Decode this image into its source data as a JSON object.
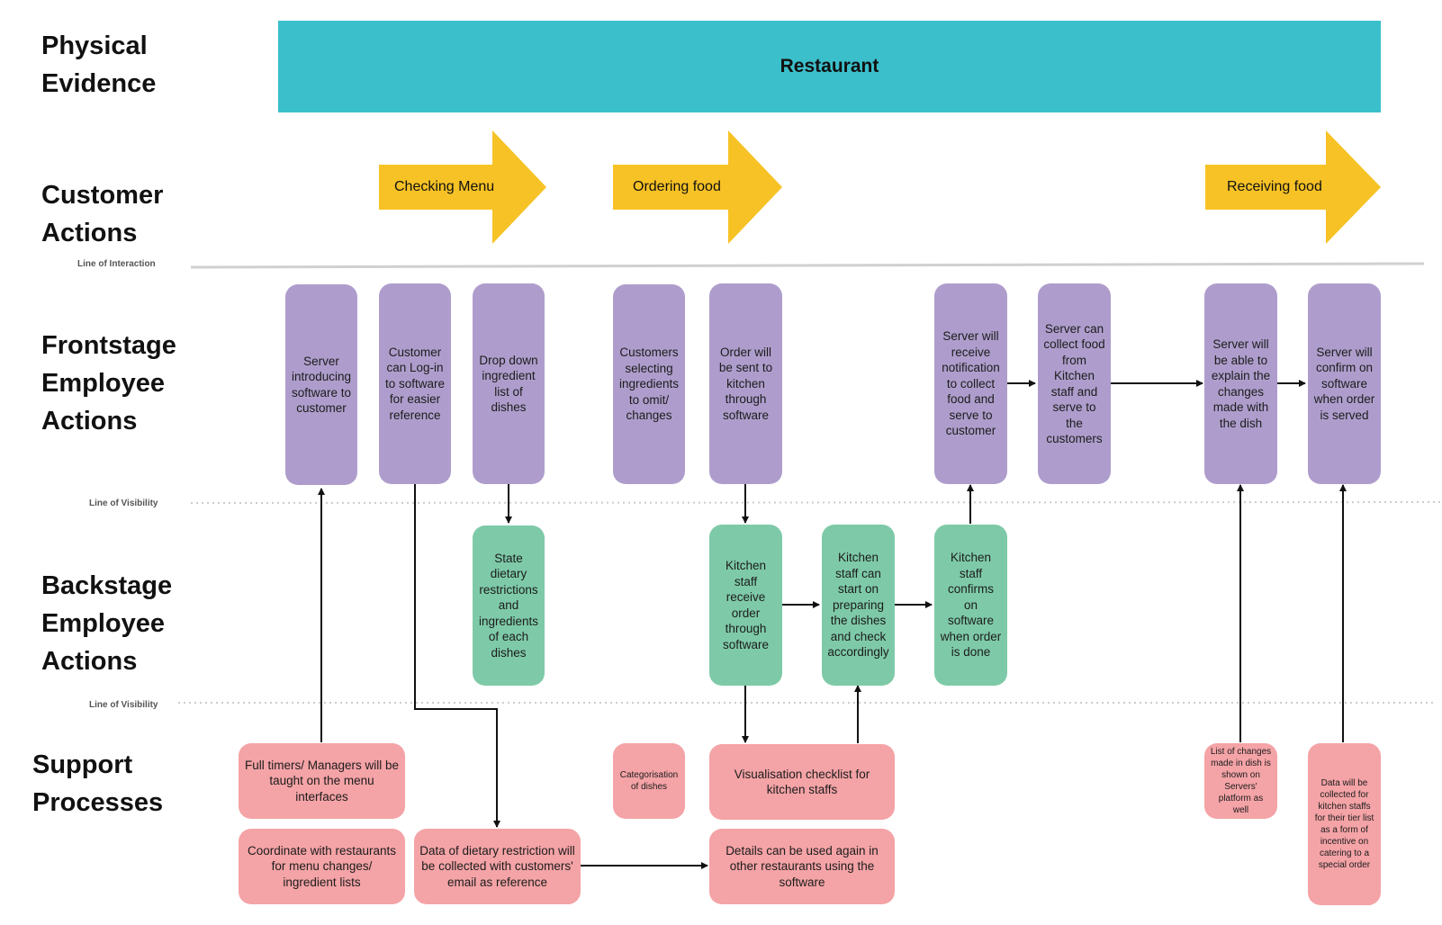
{
  "lanes": {
    "physical_evidence": "Physical Evidence",
    "customer_actions": "Customer Actions",
    "frontstage": "Frontstage Employee Actions",
    "backstage": "Backstage Employee Actions",
    "support": "Support Processes"
  },
  "lines": {
    "interaction": "Line of Interaction",
    "visibility_1": "Line of Visibility",
    "visibility_2": "Line of Visibility"
  },
  "banner": "Restaurant",
  "customer_actions": [
    "Checking Menu",
    "Ordering food",
    "Receiving food"
  ],
  "frontstage": {
    "server_intro": "Server introducing software to customer",
    "customer_login": "Customer can Log-in to software for easier reference",
    "dropdown": "Drop down ingredient list of dishes",
    "customers_selecting": "Customers selecting ingredients to omit/ changes",
    "order_sent": "Order will be sent to kitchen through software",
    "server_notification": "Server will receive notification to collect food and serve to customer",
    "server_collect": "Server can collect food from Kitchen staff and serve to the customers",
    "server_explain": "Server will be able to explain the changes made with the dish",
    "server_confirm": "Server will confirm on software when order is served"
  },
  "backstage": {
    "state_dietary": "State dietary restrictions and ingredients of each dishes",
    "kitchen_receive": "Kitchen staff receive order through software",
    "kitchen_prepare": "Kitchen staff can start on preparing the dishes and check accordingly",
    "kitchen_confirm": "Kitchen staff confirms on software when order is done"
  },
  "support": {
    "full_timers": "Full timers/ Managers will be taught on the menu interfaces",
    "coordinate": "Coordinate with restaurants for menu changes/ ingredient lists",
    "data_dietary": "Data of dietary restriction will be collected with customers' email as reference",
    "categorisation": "Categorisation of dishes",
    "visualisation": "Visualisation checklist for kitchen staffs",
    "details_reuse": "Details can be used again in other restaurants using the software",
    "list_changes": "List of changes made in dish is shown on Servers' platform as well",
    "data_collected": "Data will be collected for kitchen staffs for their tier list as a form of incentive on catering to a special order"
  },
  "colors": {
    "banner": "#3bbfcb",
    "arrow": "#f7c225",
    "frontstage": "#ae9dcc",
    "backstage": "#7ecaa8",
    "support": "#f4a3a6"
  }
}
